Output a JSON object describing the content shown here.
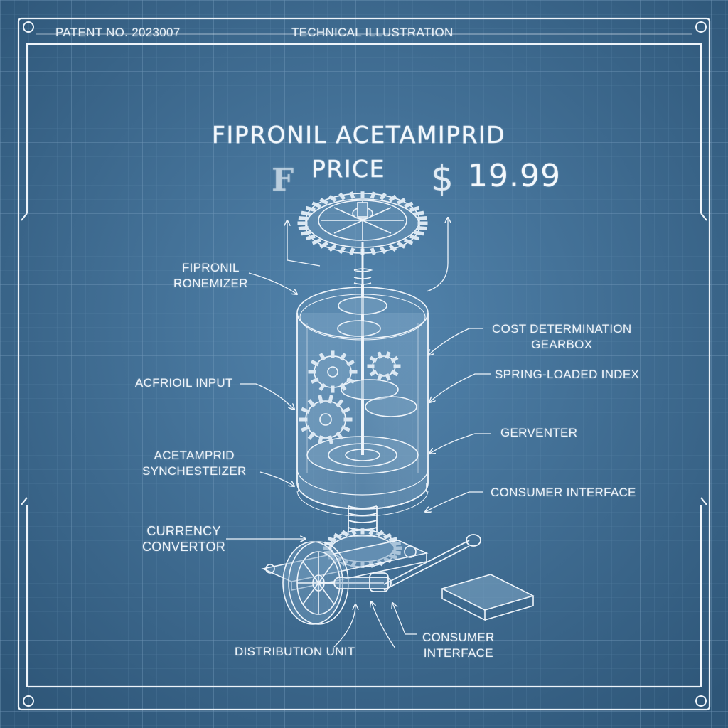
{
  "header": {
    "patent": "PATENT NO. 2023007",
    "subtitle": "TECHNICAL ILLUSTRATION"
  },
  "title": {
    "line1": "FIPRONIL ACETAMIPRID",
    "line2": "PRICE",
    "glyph": "F",
    "currency_symbol": "$",
    "price_value": "19.99"
  },
  "labels": {
    "fipronil_ronemizer": [
      "FIPRONIL",
      "RONEMIZER"
    ],
    "acfrioil_input": [
      "ACFRIOIL INPUT"
    ],
    "acetamprid_synthesizer": [
      "ACETAMPRID",
      "SYNCHESTEIZER"
    ],
    "currency_convertor": [
      "CURRENCY",
      "CONVERTOR"
    ],
    "distribution_unit": [
      "DISTRIBUTION UNIT"
    ],
    "consumer_interface_bottom": [
      "CONSUMER",
      "INTERFACE"
    ],
    "cost_determination_gearbox": [
      "COST DETERMINATION",
      "GEARBOX"
    ],
    "spring_loaded_index": [
      "SPRING-LOADED INDEX"
    ],
    "gerventer": [
      "GERVENTER"
    ],
    "consumer_interface_right": [
      "CONSUMER INTERFACE"
    ]
  },
  "colors": {
    "background": "#3f6f98",
    "line": "#eef4fa",
    "grid": "#5b87ad"
  }
}
